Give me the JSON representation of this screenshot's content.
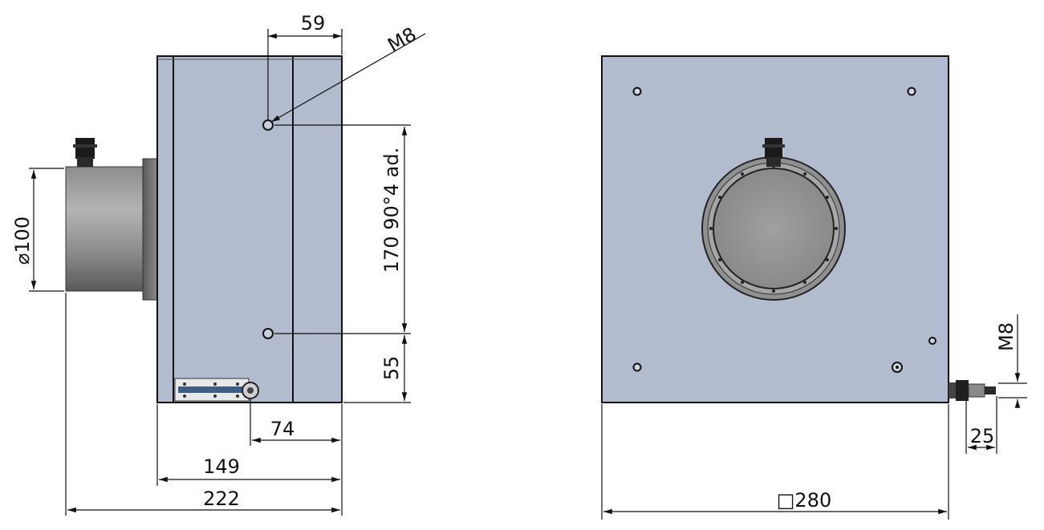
{
  "drawing": {
    "side_view": {
      "dim_hole_offset_top": "59",
      "dim_thread_top": "M8",
      "dim_hole_spacing": "170  90°4 ad.",
      "dim_hole_bottom": "55",
      "dim_drum_diameter": "⌀100",
      "dim_cable_exit": "74",
      "dim_body_depth": "149",
      "dim_overall_depth": "222"
    },
    "front_view": {
      "dim_square_size": "□280",
      "dim_thread_connector": "M8",
      "dim_connector_length": "25"
    },
    "colors": {
      "housing": "#b3bbcf",
      "drum_light": "#a8a8a8",
      "drum_dark": "#606060",
      "line": "#111111"
    }
  }
}
